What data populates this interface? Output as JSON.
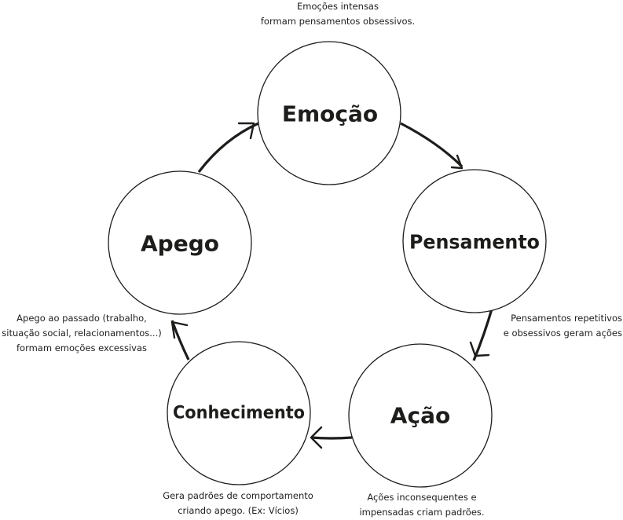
{
  "nodes": {
    "emocao": "Emoção",
    "pensamento": "Pensamento",
    "acao": "Ação",
    "conhecimento": "Conhecimento",
    "apego": "Apego"
  },
  "captions": {
    "emocao": [
      "Emoções intensas",
      "formam pensamentos obsessivos."
    ],
    "pensamento": [
      "Pensamentos repetitivos",
      "e obsessivos geram ações"
    ],
    "acao": [
      "Ações inconsequentes e",
      "impensadas criam padrões."
    ],
    "conhecimento": [
      "Gera padrões de comportamento",
      "criando apego. (Ex: Vícios)"
    ],
    "apego": [
      "Apego ao passado (trabalho,",
      "situação social, relacionamentos...)",
      "formam emoções excessivas"
    ]
  },
  "colors": {
    "stroke": "#1d1d1b",
    "background": "#ffffff"
  }
}
